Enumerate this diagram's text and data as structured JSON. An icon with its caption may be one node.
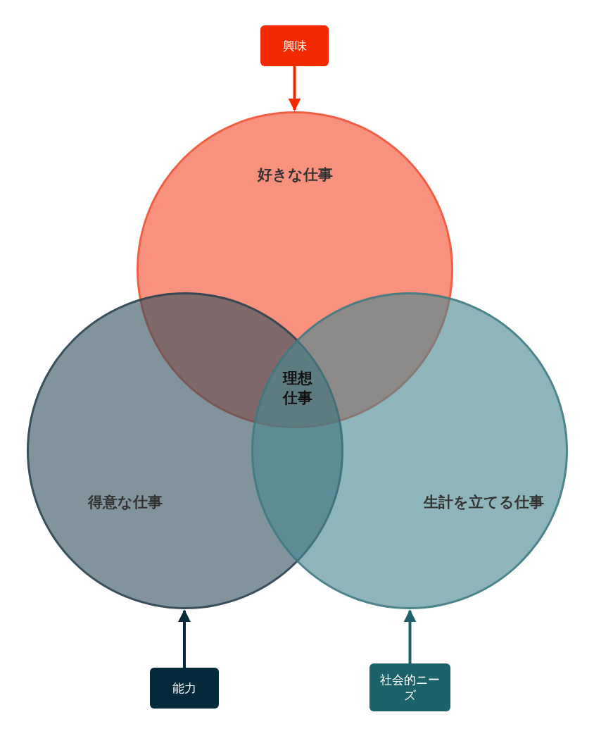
{
  "diagram": {
    "nodes": [
      {
        "text": [
          "興味"
        ]
      },
      {
        "text": [
          "好きな仕事"
        ]
      },
      {
        "text": [
          "得意な仕事"
        ]
      },
      {
        "text": [
          "生計を立てる仕事"
        ]
      },
      {
        "text": [
          "能力"
        ]
      },
      {
        "text": [
          "社会的ニーズ"
        ]
      }
    ],
    "edges": [
      {
        "from": 0,
        "to": 1,
        "arrow": "to",
        "color": "#f22a00"
      },
      {
        "from": 4,
        "to": 2,
        "arrow": "to",
        "color": "#04293a"
      },
      {
        "from": 5,
        "to": 3,
        "arrow": "to",
        "color": "#1d626a"
      }
    ],
    "labels": [
      "理想仕事"
    ]
  }
}
